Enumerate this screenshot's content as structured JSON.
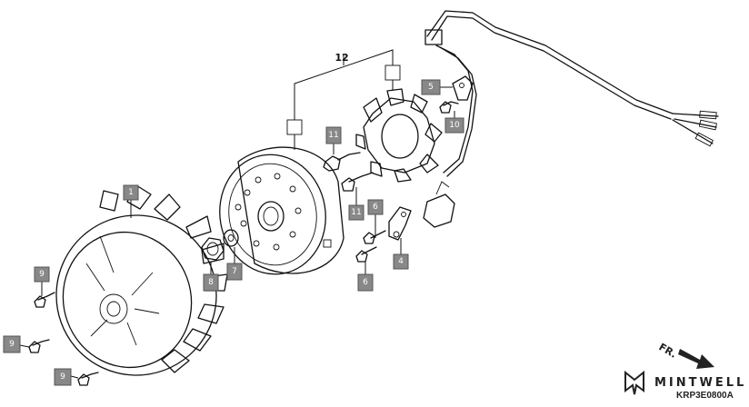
{
  "callouts": {
    "c1": "1",
    "c4": "4",
    "c5": "5",
    "c6a": "6",
    "c6b": "6",
    "c7": "7",
    "c8": "8",
    "c9a": "9",
    "c9b": "9",
    "c9c": "9",
    "c10": "10",
    "c11a": "11",
    "c11b": "11"
  },
  "assembly_label": "12",
  "direction_label": "FR.",
  "brand_name": "MINTWELL",
  "diagram_code": "KRP3E0800A"
}
